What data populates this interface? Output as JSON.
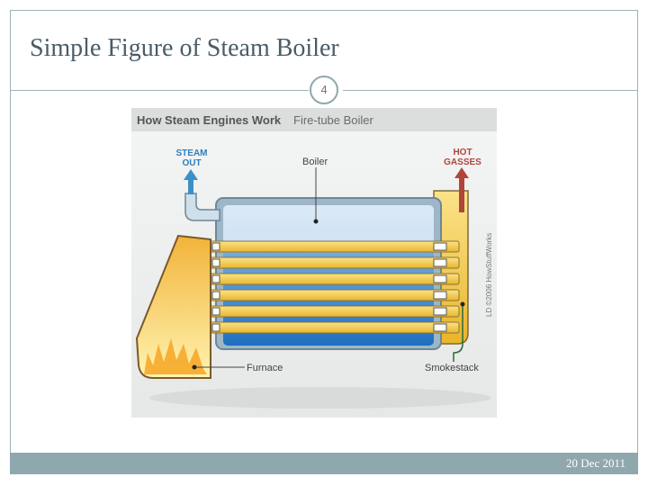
{
  "slide": {
    "title": "Simple Figure of Steam Boiler",
    "number": "4",
    "date": "20 Dec 2011"
  },
  "figure": {
    "header_bold": "How Steam Engines Work",
    "header_light": "Fire-tube Boiler",
    "labels": {
      "steam_out_1": "STEAM",
      "steam_out_2": "OUT",
      "boiler": "Boiler",
      "hot_gasses_1": "HOT",
      "hot_gasses_2": "GASSES",
      "furnace": "Furnace",
      "smokestack": "Smokestack",
      "credit": "LD ©2006 HowStuffWorks"
    },
    "colors": {
      "water": "#2f7fc8",
      "pipes": "#f2c94c",
      "furnace": "#f0b429",
      "steam_arrow": "#3f8fc7",
      "gas_arrow": "#b0463a"
    }
  }
}
